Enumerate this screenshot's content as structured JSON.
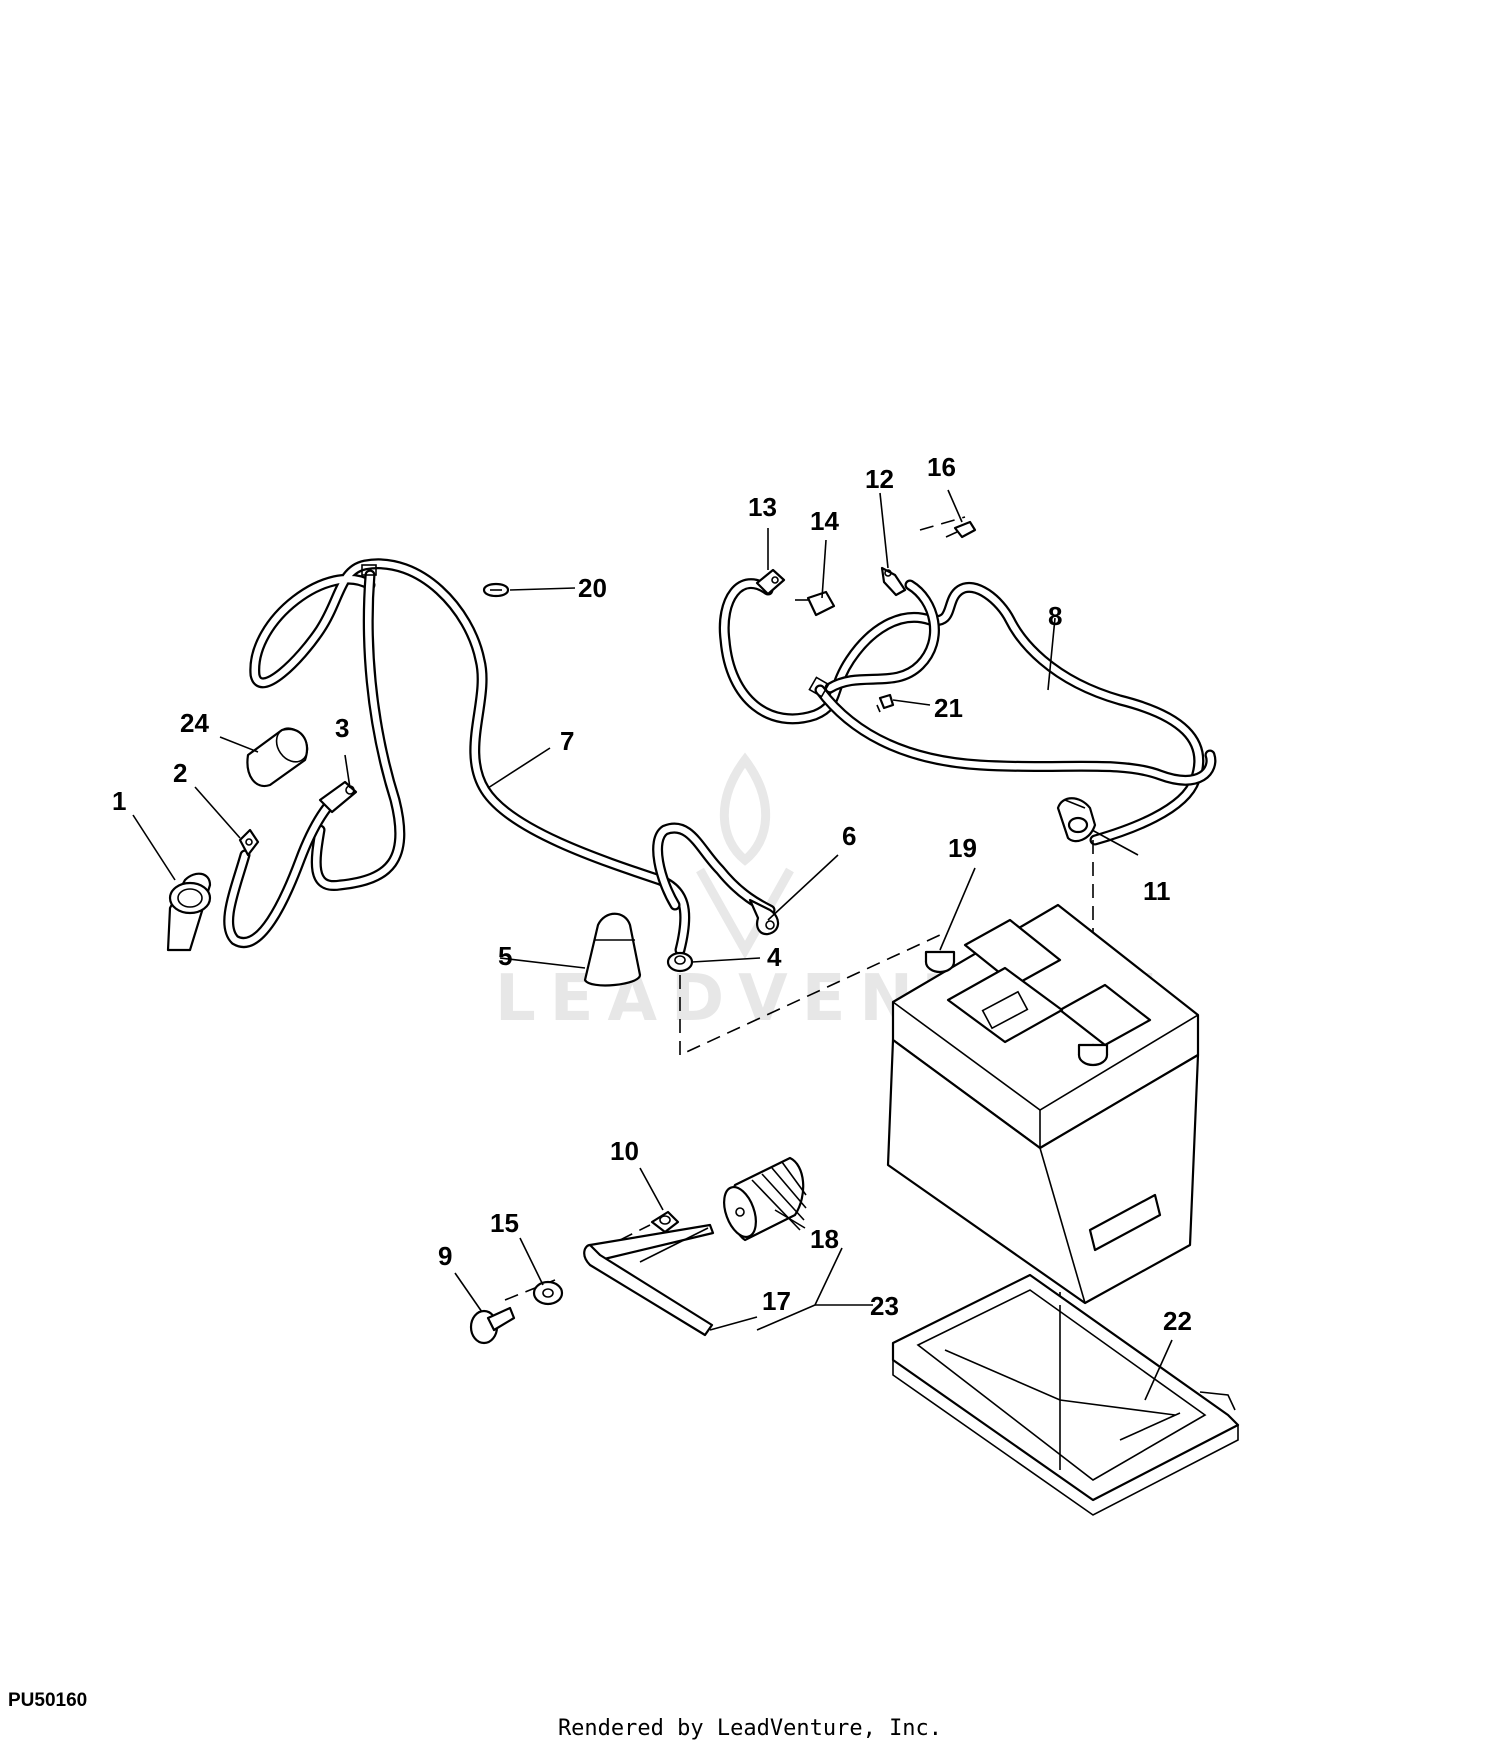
{
  "figure_code": "PU50160",
  "credit": "Rendered by LeadVenture, Inc.",
  "watermark": "LEADVENTURE",
  "callouts": {
    "c1": "1",
    "c2": "2",
    "c3": "3",
    "c4": "4",
    "c5": "5",
    "c6": "6",
    "c7": "7",
    "c8": "8",
    "c9": "9",
    "c10": "10",
    "c11": "11",
    "c12": "12",
    "c13": "13",
    "c14": "14",
    "c15": "15",
    "c16": "16",
    "c17": "17",
    "c18": "18",
    "c19": "19",
    "c20": "20",
    "c21": "21",
    "c22": "22",
    "c23": "23",
    "c24": "24"
  }
}
